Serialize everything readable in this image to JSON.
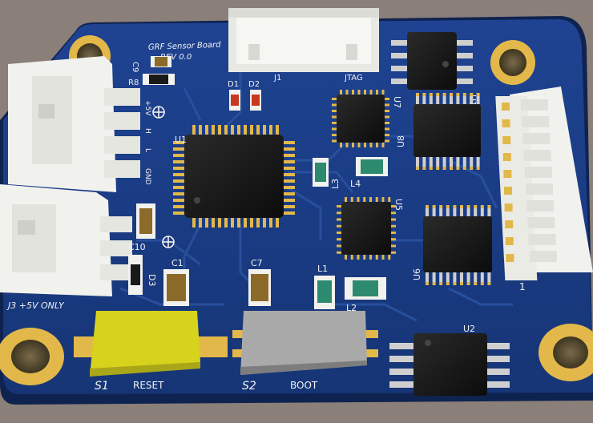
{
  "board": {
    "title": "GRF Sensor Board",
    "revision": "REV 0.0",
    "colors": {
      "background": "#8a7f79",
      "pcb": "#1d3f86",
      "pcb_edge": "#0f2350",
      "trace": "#2a52a0",
      "gold": "#e3b84a",
      "silkscreen": "#f2f2f2",
      "chip": "#141414",
      "connector": "#f1f1ee",
      "reset_button": "#d7d21b",
      "boot_button": "#a9a9a9"
    }
  },
  "connectors": {
    "j1": "J1",
    "jtag": "JTAG",
    "j3_note": "J3 +5V ONLY",
    "pin_labels": [
      "+5V",
      "H",
      "L",
      "GND"
    ],
    "right_pin1": "1"
  },
  "components": {
    "u1": "U1",
    "u2": "U2",
    "u5": "U5",
    "u6": "U6",
    "u7": "U7",
    "u8": "U8",
    "u10": "U10",
    "d1": "D1",
    "d2": "D2",
    "d3": "D3",
    "l1": "L1",
    "l2": "L2",
    "l3": "L3",
    "l4": "L4",
    "c1": "C1",
    "c7": "C7",
    "c9": "C9",
    "c10": "C10",
    "r8": "R8"
  },
  "buttons": {
    "s1": "S1",
    "s1_label": "RESET",
    "s2": "S2",
    "s2_label": "BOOT"
  }
}
